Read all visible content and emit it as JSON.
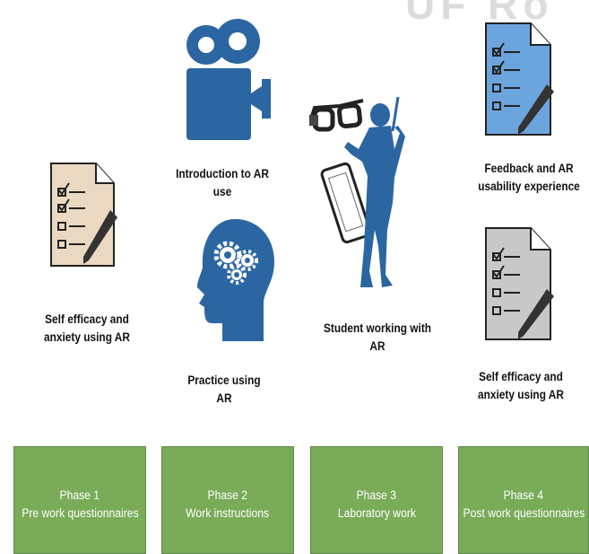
{
  "watermark": "UF Ro",
  "captions": {
    "pre_questionnaire": "Self efficacy and anxiety using AR",
    "intro": "Introduction to AR use",
    "practice": "Practice using AR",
    "student": "Student working with AR",
    "feedback": "Feedback and AR usability experience",
    "post_questionnaire": "Self efficacy and anxiety using AR"
  },
  "phases": [
    {
      "title": "Phase 1",
      "subtitle": "Pre work questionnaires"
    },
    {
      "title": "Phase 2",
      "subtitle": "Work instructions"
    },
    {
      "title": "Phase 3",
      "subtitle": "Laboratory work"
    },
    {
      "title": "Phase 4",
      "subtitle": "Post work questionnaires"
    }
  ],
  "colors": {
    "icon_blue": "#2b66a3",
    "phase_green": "#79ab58",
    "questionnaire_beige": "#ead8c0",
    "questionnaire_blue": "#6ca4dd",
    "questionnaire_gray": "#c8c8c8"
  },
  "icons": [
    "questionnaire-icon",
    "video-camera-icon",
    "head-gears-icon",
    "smart-glasses-icon",
    "tablet-icon",
    "student-silhouette-icon"
  ]
}
